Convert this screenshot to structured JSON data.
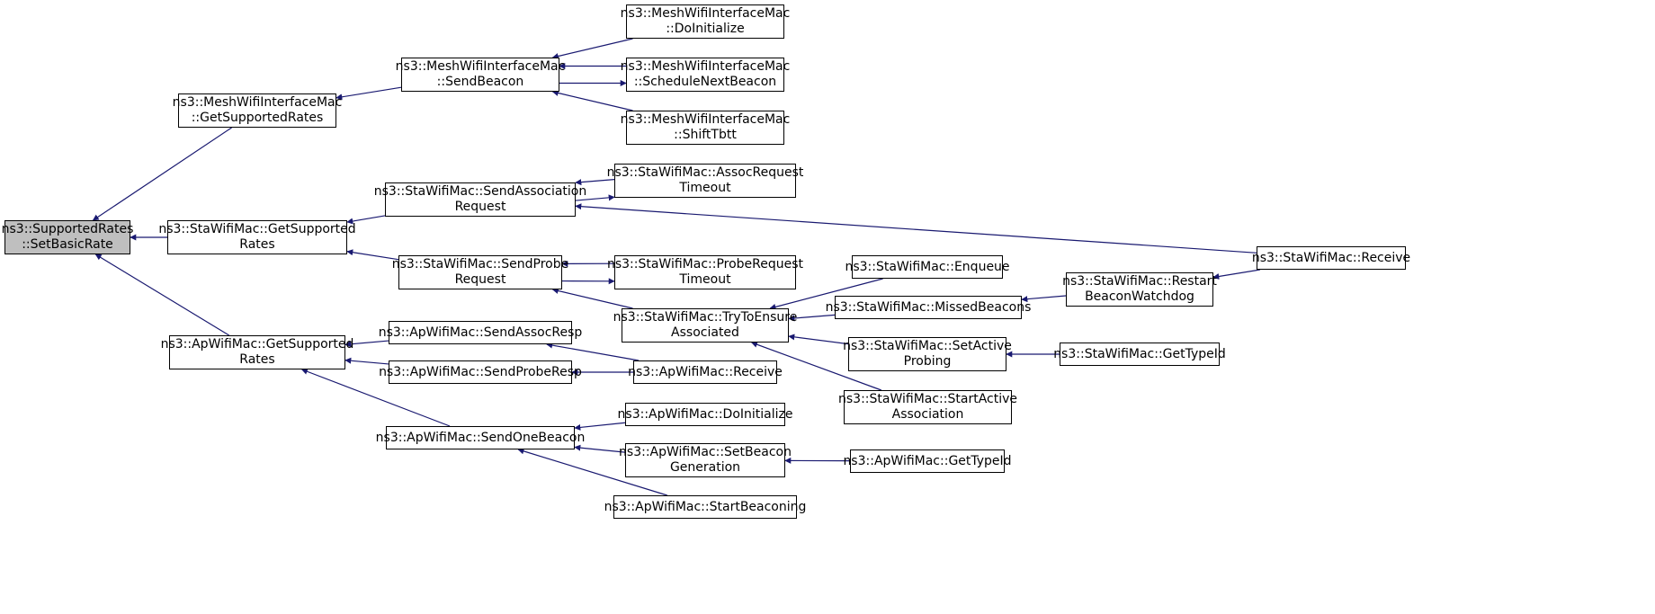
{
  "colors": {
    "edge": "#191970",
    "root_fill": "#bfbfbf",
    "node_fill": "#ffffff",
    "border": "#000000"
  },
  "nodes": [
    {
      "id": "setbasicrate",
      "root": true,
      "lines": [
        "ns3::SupportedRates",
        "::SetBasicRate"
      ]
    },
    {
      "id": "mesh-getsupportedrates",
      "lines": [
        "ns3::MeshWifiInterfaceMac",
        "::GetSupportedRates"
      ]
    },
    {
      "id": "sta-getsupportedrates",
      "lines": [
        "ns3::StaWifiMac::GetSupported",
        "Rates"
      ]
    },
    {
      "id": "ap-getsupportedrates",
      "lines": [
        "ns3::ApWifiMac::GetSupported",
        "Rates"
      ]
    },
    {
      "id": "mesh-sendbeacon",
      "lines": [
        "ns3::MeshWifiInterfaceMac",
        "::SendBeacon"
      ]
    },
    {
      "id": "mesh-doinitialize",
      "lines": [
        "ns3::MeshWifiInterfaceMac",
        "::DoInitialize"
      ]
    },
    {
      "id": "mesh-schedulenextbeacon",
      "lines": [
        "ns3::MeshWifiInterfaceMac",
        "::ScheduleNextBeacon"
      ]
    },
    {
      "id": "mesh-shifttbtt",
      "lines": [
        "ns3::MeshWifiInterfaceMac",
        "::ShiftTbtt"
      ]
    },
    {
      "id": "sta-sendassociationrequest",
      "lines": [
        "ns3::StaWifiMac::SendAssociation",
        "Request"
      ]
    },
    {
      "id": "sta-assocrequesttimeout",
      "lines": [
        "ns3::StaWifiMac::AssocRequest",
        "Timeout"
      ]
    },
    {
      "id": "sta-receive",
      "lines": [
        "ns3::StaWifiMac::Receive"
      ]
    },
    {
      "id": "sta-sendproberequest",
      "lines": [
        "ns3::StaWifiMac::SendProbe",
        "Request"
      ]
    },
    {
      "id": "sta-proberequesttimeout",
      "lines": [
        "ns3::StaWifiMac::ProbeRequest",
        "Timeout"
      ]
    },
    {
      "id": "sta-trytoensureassociated",
      "lines": [
        "ns3::StaWifiMac::TryToEnsure",
        "Associated"
      ]
    },
    {
      "id": "sta-enqueue",
      "lines": [
        "ns3::StaWifiMac::Enqueue"
      ]
    },
    {
      "id": "sta-missedbeacons",
      "lines": [
        "ns3::StaWifiMac::MissedBeacons"
      ]
    },
    {
      "id": "sta-restartbeaconwatchdog",
      "lines": [
        "ns3::StaWifiMac::Restart",
        "BeaconWatchdog"
      ]
    },
    {
      "id": "sta-setactiveprobing",
      "lines": [
        "ns3::StaWifiMac::SetActive",
        "Probing"
      ]
    },
    {
      "id": "sta-gettypeid",
      "lines": [
        "ns3::StaWifiMac::GetTypeId"
      ]
    },
    {
      "id": "sta-startactiveassociation",
      "lines": [
        "ns3::StaWifiMac::StartActive",
        "Association"
      ]
    },
    {
      "id": "ap-sendassocresp",
      "lines": [
        "ns3::ApWifiMac::SendAssocResp"
      ]
    },
    {
      "id": "ap-sendproberesp",
      "lines": [
        "ns3::ApWifiMac::SendProbeResp"
      ]
    },
    {
      "id": "ap-receive",
      "lines": [
        "ns3::ApWifiMac::Receive"
      ]
    },
    {
      "id": "ap-sendonebeacon",
      "lines": [
        "ns3::ApWifiMac::SendOneBeacon"
      ]
    },
    {
      "id": "ap-doinitialize",
      "lines": [
        "ns3::ApWifiMac::DoInitialize"
      ]
    },
    {
      "id": "ap-setbeacongeneration",
      "lines": [
        "ns3::ApWifiMac::SetBeacon",
        "Generation"
      ]
    },
    {
      "id": "ap-gettypeid",
      "lines": [
        "ns3::ApWifiMac::GetTypeId"
      ]
    },
    {
      "id": "ap-startbeaconing",
      "lines": [
        "ns3::ApWifiMac::StartBeaconing"
      ]
    }
  ],
  "edges": [
    {
      "from": "mesh-getsupportedrates",
      "to": "setbasicrate"
    },
    {
      "from": "sta-getsupportedrates",
      "to": "setbasicrate"
    },
    {
      "from": "ap-getsupportedrates",
      "to": "setbasicrate"
    },
    {
      "from": "mesh-sendbeacon",
      "to": "mesh-getsupportedrates"
    },
    {
      "from": "mesh-doinitialize",
      "to": "mesh-sendbeacon"
    },
    {
      "from": "mesh-sendbeacon",
      "to": "mesh-schedulenextbeacon"
    },
    {
      "from": "mesh-schedulenextbeacon",
      "to": "mesh-sendbeacon"
    },
    {
      "from": "mesh-shifttbtt",
      "to": "mesh-sendbeacon"
    },
    {
      "from": "sta-sendassociationrequest",
      "to": "sta-getsupportedrates"
    },
    {
      "from": "sta-sendproberequest",
      "to": "sta-getsupportedrates"
    },
    {
      "from": "sta-sendassociationrequest",
      "to": "sta-assocrequesttimeout"
    },
    {
      "from": "sta-assocrequesttimeout",
      "to": "sta-sendassociationrequest"
    },
    {
      "from": "sta-receive",
      "to": "sta-sendassociationrequest"
    },
    {
      "from": "sta-sendproberequest",
      "to": "sta-proberequesttimeout"
    },
    {
      "from": "sta-proberequesttimeout",
      "to": "sta-sendproberequest"
    },
    {
      "from": "sta-trytoensureassociated",
      "to": "sta-sendproberequest"
    },
    {
      "from": "sta-enqueue",
      "to": "sta-trytoensureassociated"
    },
    {
      "from": "sta-missedbeacons",
      "to": "sta-trytoensureassociated"
    },
    {
      "from": "sta-setactiveprobing",
      "to": "sta-trytoensureassociated"
    },
    {
      "from": "sta-startactiveassociation",
      "to": "sta-trytoensureassociated"
    },
    {
      "from": "sta-restartbeaconwatchdog",
      "to": "sta-missedbeacons"
    },
    {
      "from": "sta-receive",
      "to": "sta-restartbeaconwatchdog"
    },
    {
      "from": "sta-gettypeid",
      "to": "sta-setactiveprobing"
    },
    {
      "from": "ap-sendassocresp",
      "to": "ap-getsupportedrates"
    },
    {
      "from": "ap-sendproberesp",
      "to": "ap-getsupportedrates"
    },
    {
      "from": "ap-sendonebeacon",
      "to": "ap-getsupportedrates"
    },
    {
      "from": "ap-receive",
      "to": "ap-sendassocresp"
    },
    {
      "from": "ap-receive",
      "to": "ap-sendproberesp"
    },
    {
      "from": "ap-doinitialize",
      "to": "ap-sendonebeacon"
    },
    {
      "from": "ap-setbeacongeneration",
      "to": "ap-sendonebeacon"
    },
    {
      "from": "ap-startbeaconing",
      "to": "ap-sendonebeacon"
    },
    {
      "from": "ap-gettypeid",
      "to": "ap-setbeacongeneration"
    }
  ]
}
